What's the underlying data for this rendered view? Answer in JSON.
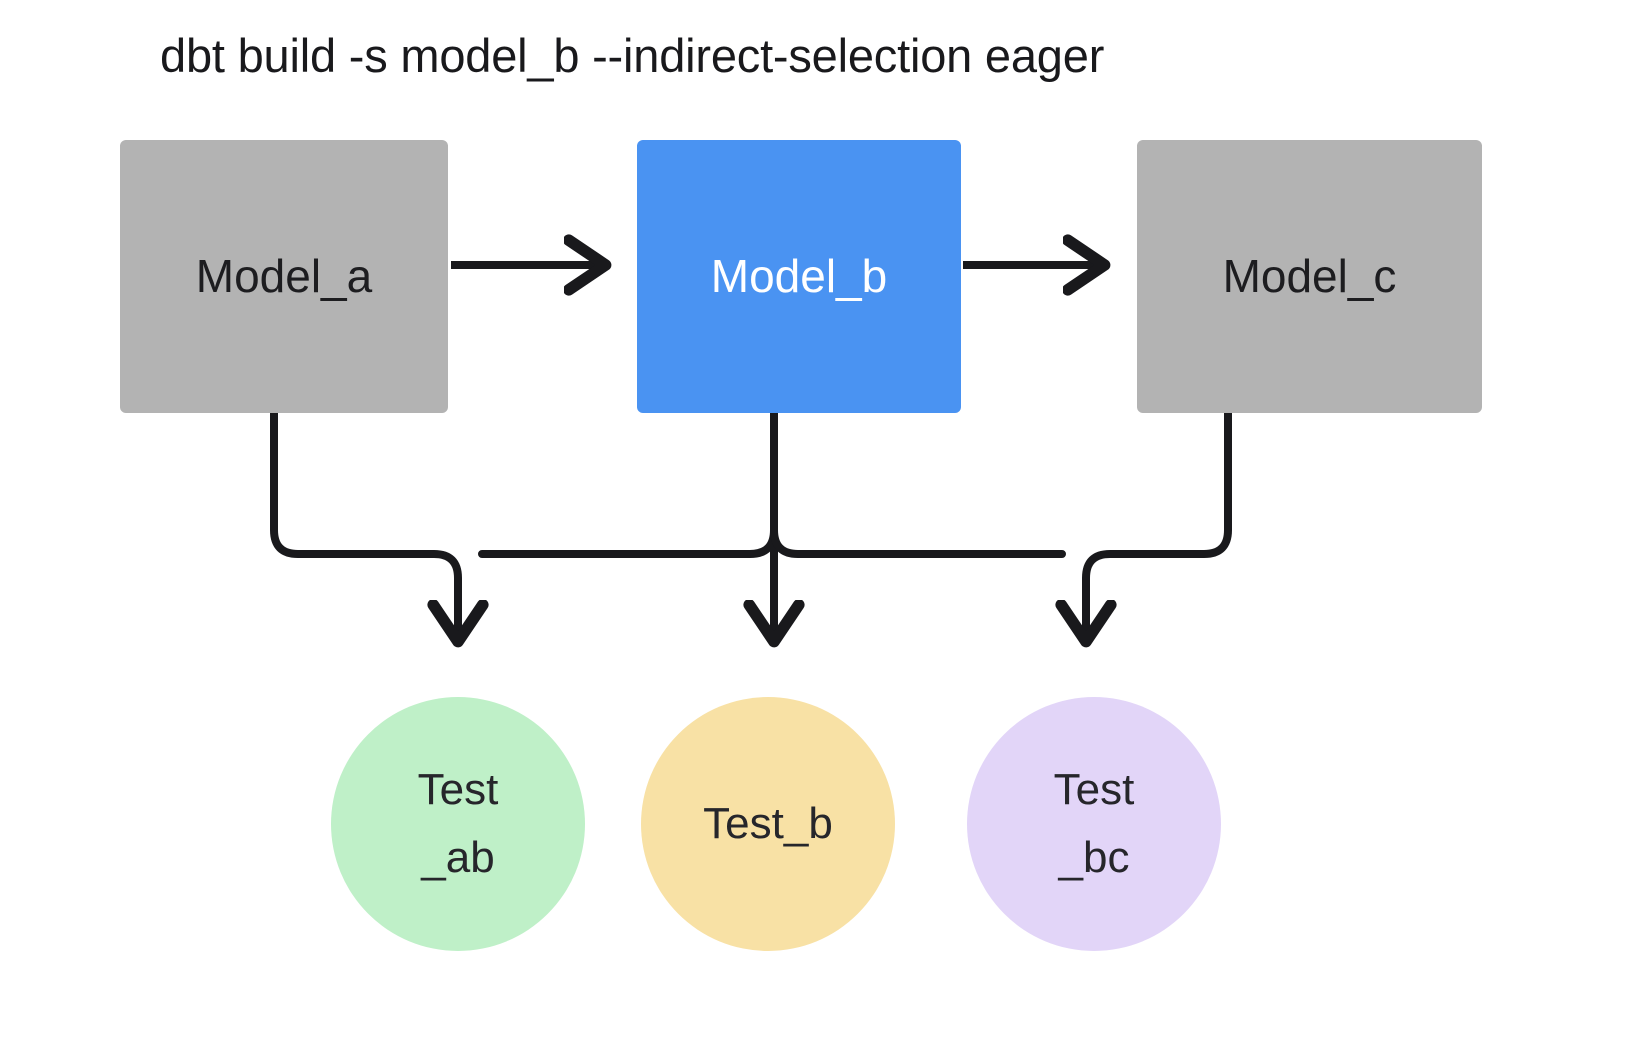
{
  "diagram": {
    "title": "dbt build -s model_b --indirect-selection eager",
    "background": "#ffffff",
    "edge_color": "#19191c",
    "nodes": [
      {
        "id": "model_a",
        "label": "Model_a",
        "shape": "rectangle",
        "fill": "#b3b3b3",
        "text_color": "#1d1d20",
        "selected": false
      },
      {
        "id": "model_b",
        "label": "Model_b",
        "shape": "rectangle",
        "fill": "#4a93f2",
        "text_color": "#ffffff",
        "selected": true
      },
      {
        "id": "model_c",
        "label": "Model_c",
        "shape": "rectangle",
        "fill": "#b3b3b3",
        "text_color": "#1d1d20",
        "selected": false
      },
      {
        "id": "test_ab",
        "label": "Test_ab",
        "label_line1": "Test",
        "label_line2": "_ab",
        "shape": "circle",
        "fill": "#bff0c8",
        "text_color": "#26262b",
        "selected": false
      },
      {
        "id": "test_b",
        "label": "Test_b",
        "label_line1": "Test_b",
        "label_line2": "",
        "shape": "circle",
        "fill": "#f8e1a5",
        "text_color": "#26262b",
        "selected": false
      },
      {
        "id": "test_bc",
        "label": "Test_bc",
        "label_line1": "Test",
        "label_line2": "_bc",
        "shape": "circle",
        "fill": "#e2d5f8",
        "text_color": "#26262b",
        "selected": false
      }
    ],
    "edges": [
      {
        "from": "model_a",
        "to": "model_b",
        "style": "straight-arrow"
      },
      {
        "from": "model_b",
        "to": "model_c",
        "style": "straight-arrow"
      },
      {
        "from": "model_a",
        "to": "test_ab",
        "style": "elbow-arrow"
      },
      {
        "from": "model_b",
        "to": "test_ab",
        "style": "elbow-arrow"
      },
      {
        "from": "model_b",
        "to": "test_b",
        "style": "straight-arrow"
      },
      {
        "from": "model_b",
        "to": "test_bc",
        "style": "elbow-arrow"
      },
      {
        "from": "model_c",
        "to": "test_bc",
        "style": "elbow-arrow"
      }
    ]
  }
}
